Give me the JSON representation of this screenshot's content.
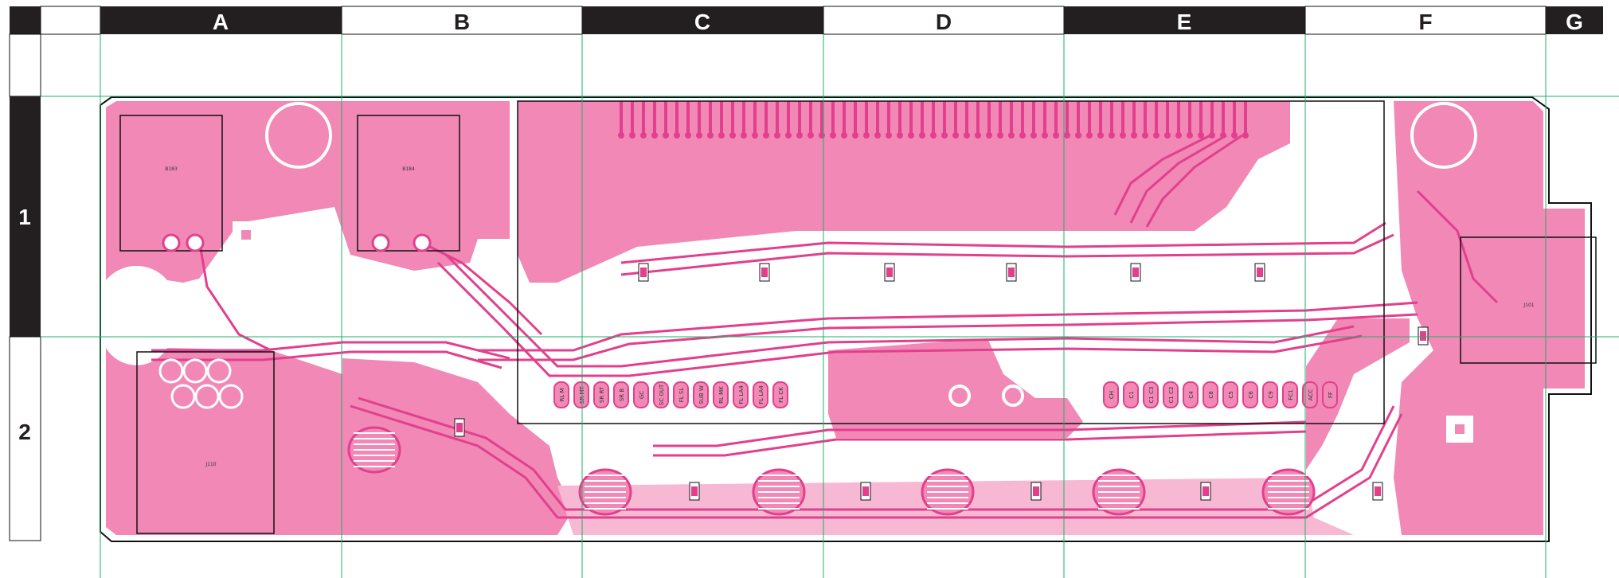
{
  "columns": [
    "A",
    "B",
    "C",
    "D",
    "E",
    "F",
    "G"
  ],
  "rows": [
    "1",
    "2"
  ],
  "colors": {
    "copper": "#f188b6",
    "trace": "#e23f8c",
    "grid_line": "#1fb06b",
    "header_dark": "#231f20",
    "header_light": "#ffffff",
    "outline": "#111111"
  },
  "labels": {
    "jack_a": "B183",
    "jack_b": "B184",
    "jack_right": "J101",
    "connector": "J110"
  },
  "pin_labels_left": [
    "RL M",
    "SR MT",
    "SR RT",
    "SR B",
    "GC",
    "SC OUT",
    "FL SL",
    "SUB W",
    "RL MK",
    "FL LA4",
    "FL LA4",
    "FL CK"
  ],
  "pin_labels_right": [
    "CH",
    "C1",
    "C1 C3",
    "C1 C2",
    "C4",
    "C8",
    "C5",
    "C6",
    "C9",
    "FC1",
    "ACC",
    "FF"
  ]
}
